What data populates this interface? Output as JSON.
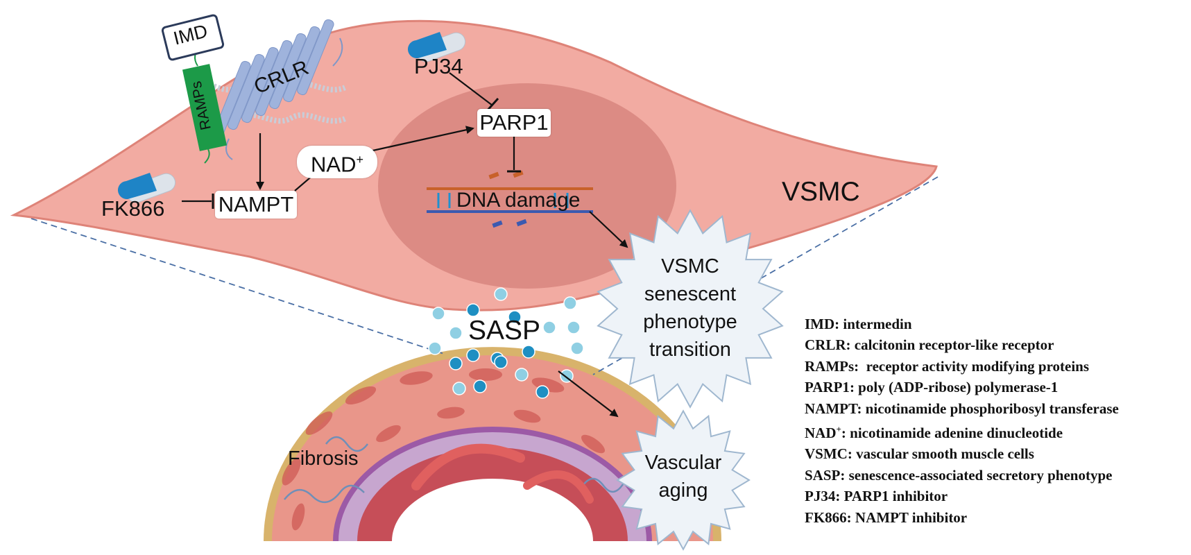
{
  "labels": {
    "imd": "IMD",
    "crlr": "CRLR",
    "ramps": "RAMPs",
    "pj34": "PJ34",
    "parp1": "PARP1",
    "nad": "NAD",
    "nad_sup": "+",
    "fk866": "FK866",
    "nampt": "NAMPT",
    "dna_damage": "DNA damage",
    "vsmc": "VSMC",
    "sasp": "SASP",
    "fibrosis": "Fibrosis"
  },
  "outcomes": {
    "senescent": [
      "VSMC",
      "senescent",
      "phenotype",
      "transition"
    ],
    "aging": [
      "Vascular",
      "aging"
    ]
  },
  "legend": [
    {
      "term": "IMD",
      "def": ": intermedin"
    },
    {
      "term": "CRLR",
      "def": ": calcitonin receptor-like receptor"
    },
    {
      "term": "RAMPs",
      "def": ":  receptor activity modifying proteins"
    },
    {
      "term": "PARP1",
      "def": ": poly (ADP-ribose) polymerase-1"
    },
    {
      "term": "NAMPT",
      "def": ": nicotinamide phosphoribosyl transferase"
    },
    {
      "term": "NAD",
      "sup": "+",
      "def": ": nicotinamide adenine dinucleotide"
    },
    {
      "term": "VSMC",
      "def": ": vascular smooth muscle cells"
    },
    {
      "term": "SASP",
      "def": ": senescence-associated secretory phenotype"
    },
    {
      "term": "PJ34",
      "def": ": PARP1 inhibitor"
    },
    {
      "term": "FK866",
      "def": ": NAMPT inhibitor"
    }
  ],
  "colors": {
    "cell_fill": "#f2aba2",
    "cell_edge": "#de8378",
    "nucleus": "#dc8b84",
    "receptor": "#9fb3dc",
    "ramps_green": "#1c9a48",
    "sasp_dot": "#1e8fc2",
    "sasp_dot_light": "#8fcfe3",
    "star_fill": "#eef3f8",
    "star_edge": "#9fb7cf",
    "vessel_wall": "#e9968a",
    "vessel_band": "#d8b36b",
    "vessel_inner": "#c7a6cf"
  }
}
